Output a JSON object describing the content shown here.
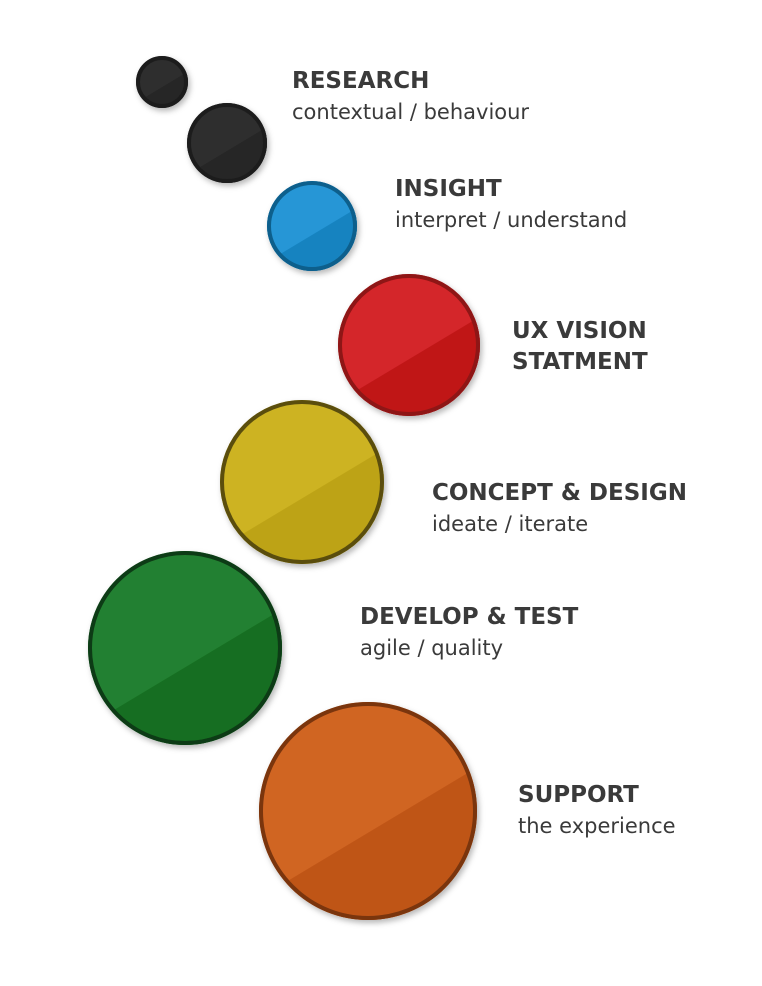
{
  "stages": [
    {
      "title_lines": [
        "RESEARCH"
      ],
      "subtitle": "contextual / behaviour",
      "circles": [
        {
          "fill": "#2e2e2e",
          "stroke": "#1f1f1f",
          "shade": "#262626"
        },
        {
          "fill": "#2e2e2e",
          "stroke": "#1f1f1f",
          "shade": "#262626"
        }
      ]
    },
    {
      "title_lines": [
        "INSIGHT"
      ],
      "subtitle": "interpret / understand",
      "circles": [
        {
          "fill": "#2596d6",
          "stroke": "#0f5f8c",
          "shade": "#1483c0"
        }
      ]
    },
    {
      "title_lines": [
        "UX VISION",
        "STATMENT"
      ],
      "subtitle": "",
      "circles": [
        {
          "fill": "#d42629",
          "stroke": "#8e1315",
          "shade": "#c01619"
        }
      ]
    },
    {
      "title_lines": [
        "CONCEPT & DESIGN"
      ],
      "subtitle": "ideate / iterate",
      "circles": [
        {
          "fill": "#cdb324",
          "stroke": "#5a4e0d",
          "shade": "#bda315"
        }
      ]
    },
    {
      "title_lines": [
        "DEVELOP & TEST"
      ],
      "subtitle": "agile / quality",
      "circles": [
        {
          "fill": "#238030",
          "stroke": "#0d3a14",
          "shade": "#146e20"
        }
      ]
    },
    {
      "title_lines": [
        "SUPPORT"
      ],
      "subtitle": "the experience",
      "circles": [
        {
          "fill": "#d06524",
          "stroke": "#7a3510",
          "shade": "#bf5516"
        }
      ]
    }
  ]
}
